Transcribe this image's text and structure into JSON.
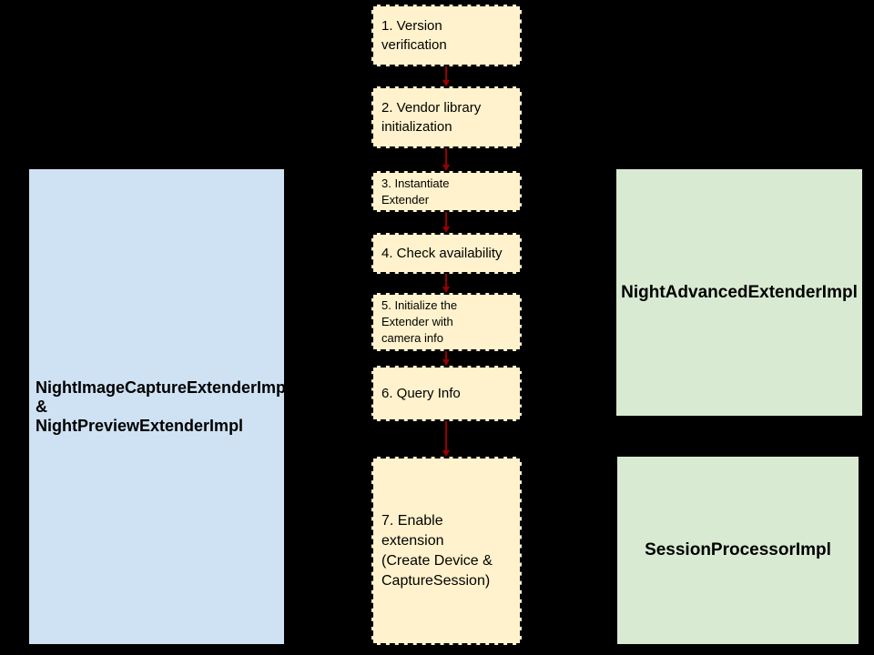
{
  "colors": {
    "background": "#000000",
    "step_fill": "#fff2cc",
    "step_border": "#000000",
    "left_panel_fill": "#cfe2f3",
    "right_panel_fill": "#d9ead3",
    "arrow": "#990000",
    "text": "#000000"
  },
  "flow": {
    "steps": [
      {
        "label": "1. Version\nverification"
      },
      {
        "label": "2. Vendor library\ninitialization"
      },
      {
        "label": "3. Instantiate\nExtender"
      },
      {
        "label": "4. Check availability"
      },
      {
        "label": "5. Initialize the\nExtender with\ncamera info"
      },
      {
        "label": "6. Query Info"
      },
      {
        "label": "7. Enable\nextension\n(Create Device &\nCaptureSession)"
      }
    ]
  },
  "left_panel": {
    "label": "NightImageCaptureExtenderImpl\n&\nNightPreviewExtenderImpl"
  },
  "right_panels": [
    {
      "label": "NightAdvancedExtenderImpl"
    },
    {
      "label": "SessionProcessorImpl"
    }
  ]
}
